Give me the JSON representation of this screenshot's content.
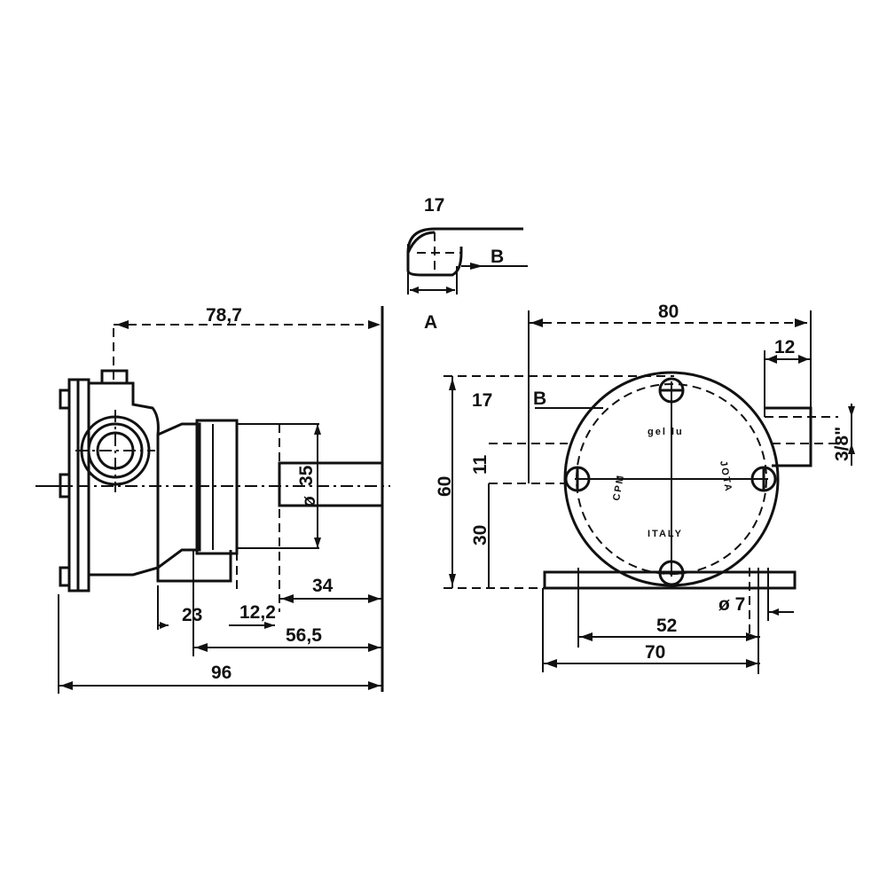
{
  "dimensions": {
    "detail_width": "17",
    "detail_b": "B",
    "detail_a": "A",
    "side_total_len": "78,7",
    "side_height": "35",
    "side_diam": "ø",
    "side_shaft": "34",
    "side_23": "23",
    "side_12_2": "12,2",
    "side_56_5": "56,5",
    "side_96": "96",
    "front_width": "80",
    "front_12": "12",
    "front_17": "17",
    "front_b": "B",
    "front_60": "60",
    "front_11": "11",
    "front_30": "30",
    "front_port": "3/8\"",
    "front_52": "52",
    "front_70": "70",
    "front_hole": "ø 7"
  },
  "plate_text": {
    "top": "gel lu",
    "left": "CPM",
    "right": "JOTA",
    "bottom": "ITALY"
  }
}
